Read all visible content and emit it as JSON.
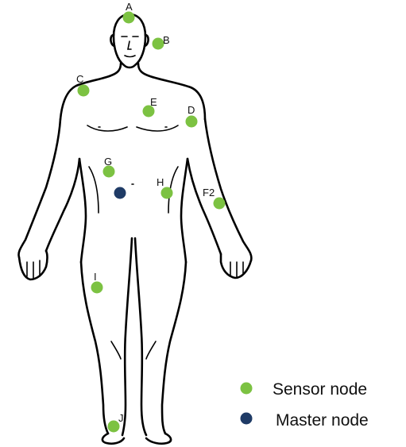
{
  "sensor_nodes": [
    {
      "label": "A",
      "location": "head"
    },
    {
      "label": "B",
      "location": "ear"
    },
    {
      "label": "C",
      "location": "right shoulder"
    },
    {
      "label": "E",
      "location": "chest"
    },
    {
      "label": "D",
      "location": "left shoulder"
    },
    {
      "label": "G",
      "location": "abdomen right"
    },
    {
      "label": "H",
      "location": "abdomen left"
    },
    {
      "label": "F2",
      "location": "left forearm"
    },
    {
      "label": "I",
      "location": "right thigh"
    },
    {
      "label": "J",
      "location": "foot"
    }
  ],
  "master_node": {
    "location": "near navel"
  },
  "legend": {
    "sensor_label": "Sensor node",
    "master_label": "Master node"
  },
  "colors": {
    "sensor": "#7cc242",
    "master": "#1f3b66",
    "outline": "#000000"
  }
}
